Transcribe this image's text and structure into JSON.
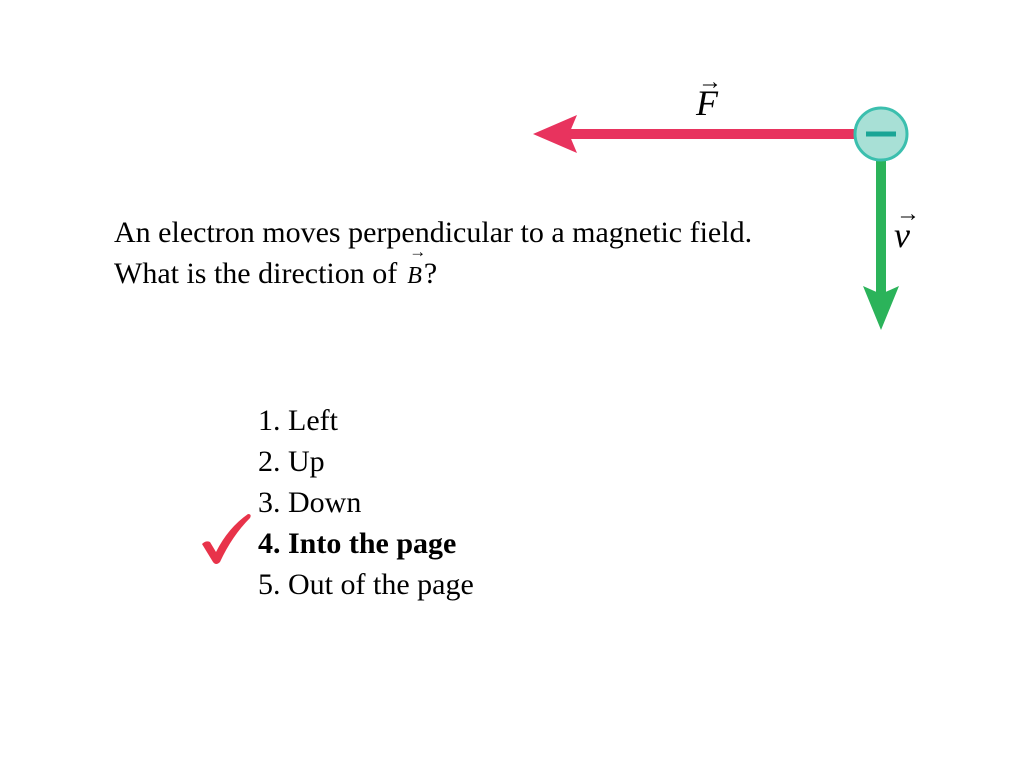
{
  "question": {
    "text_before": "An electron moves perpendicular to a magnetic field. What is the direction of",
    "vector_symbol": "B",
    "text_after": "?"
  },
  "choices": [
    {
      "label": "1. Left",
      "correct": false
    },
    {
      "label": "2. Up",
      "correct": false
    },
    {
      "label": "3. Down",
      "correct": false
    },
    {
      "label": "4. Into the page",
      "correct": true
    },
    {
      "label": "5. Out of the page",
      "correct": false
    }
  ],
  "diagram": {
    "force_label": "F",
    "velocity_label": "v",
    "charge_sign": "negative",
    "force_direction": "left",
    "velocity_direction": "down"
  },
  "vector_arrow_glyph": "→",
  "colors": {
    "force_arrow": "#e8335e",
    "velocity_arrow": "#2bb35a",
    "particle_fill": "#a8e0d6",
    "particle_stroke": "#3bbfae",
    "minus_sign": "#1aa596",
    "checkmark": "#e8334a"
  },
  "icons": {
    "checkmark": "checkmark-icon",
    "particle": "electron-icon"
  }
}
